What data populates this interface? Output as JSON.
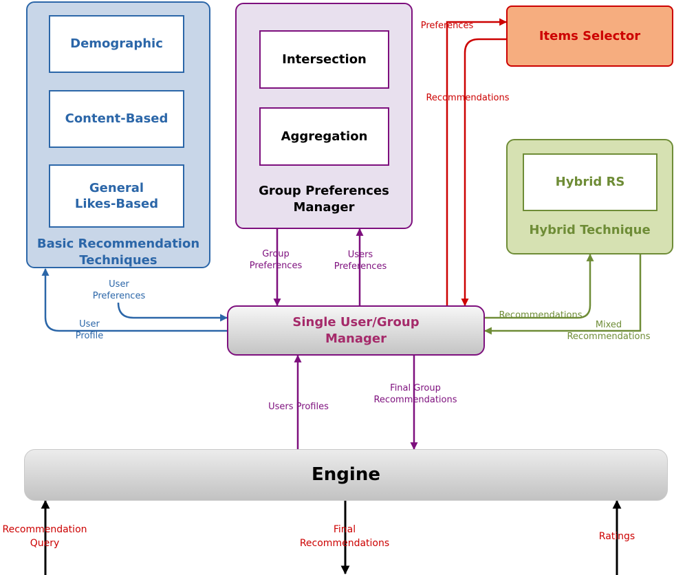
{
  "colors": {
    "blue": "#2b66a8",
    "purple": "#7d0f7d",
    "red": "#cc0000",
    "green": "#6e8c36",
    "black": "#000000",
    "blue_fill": "#c8d6e8",
    "purple_fill": "#e8e0ee",
    "green_fill": "#d6e1b2",
    "orange_fill": "#f6ad7f",
    "gray_fill": "#d4d4d4",
    "sugm_text": "#a52a6a"
  },
  "basic": {
    "title": "Basic Recommendation Techniques",
    "items": [
      "Demographic",
      "Content-Based",
      "General Likes-Based"
    ]
  },
  "gpm": {
    "title": "Group Preferences Manager",
    "items": [
      "Intersection",
      "Aggregation"
    ]
  },
  "items_selector": {
    "label": "Items Selector"
  },
  "hybrid": {
    "inner": "Hybrid RS",
    "title": "Hybrid Technique"
  },
  "sugm": {
    "label": "Single User/Group Manager"
  },
  "engine": {
    "label": "Engine"
  },
  "edges": {
    "preferences": "Preferences",
    "recommendations_top": "Recommendations",
    "user_preferences": "User Preferences",
    "user_profile": "User Profile",
    "group_preferences": "Group Preferences",
    "users_preferences": "Users Preferences",
    "recommendations_hybrid": "Recommendations",
    "mixed_recommendations": "Mixed Recommendations",
    "final_group_recommendations": "Final Group Recommendations",
    "users_profiles": "Users Profiles",
    "recommendation_query": "Recommendation Query",
    "final_recommendations": "Final Recommendations",
    "ratings": "Ratings"
  }
}
